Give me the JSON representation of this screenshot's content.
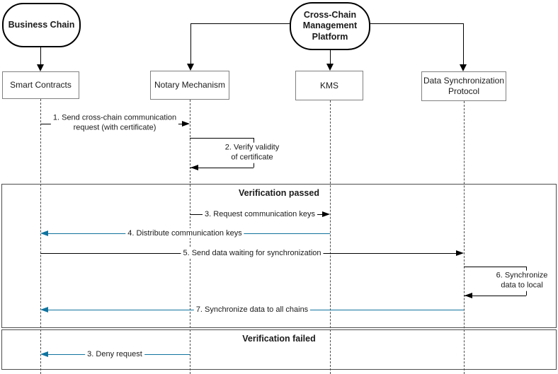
{
  "ovals": {
    "business_chain": "Business Chain",
    "platform_line1": "Cross-Chain",
    "platform_line2": "Management",
    "platform_line3": "Platform"
  },
  "actors": {
    "smart_contracts": "Smart Contracts",
    "notary": "Notary Mechanism",
    "kms": "KMS",
    "data_sync_line1": "Data Synchronization",
    "data_sync_line2": "Protocol"
  },
  "frames": {
    "passed_title": "Verification passed",
    "failed_title": "Verification failed"
  },
  "messages": {
    "m1_line1": "1. Send cross-chain communication",
    "m1_line2": "request (with certificate)",
    "m2_line1": "2. Verify validity",
    "m2_line2": "of certificate",
    "m3": "3. Request communication keys",
    "m4": "4. Distribute communication keys",
    "m5": "5. Send data waiting for synchronization",
    "m6_line1": "6. Synchronize",
    "m6_line2": "data to local",
    "m7": "7. Synchronize data to all chains",
    "m8": "3. Deny request"
  },
  "colors": {
    "arrow_black": "#000000",
    "arrow_blue": "#10739e",
    "frame_border": "#4d4d4d",
    "box_border": "#808080",
    "lifeline": "#4d4d4d"
  }
}
